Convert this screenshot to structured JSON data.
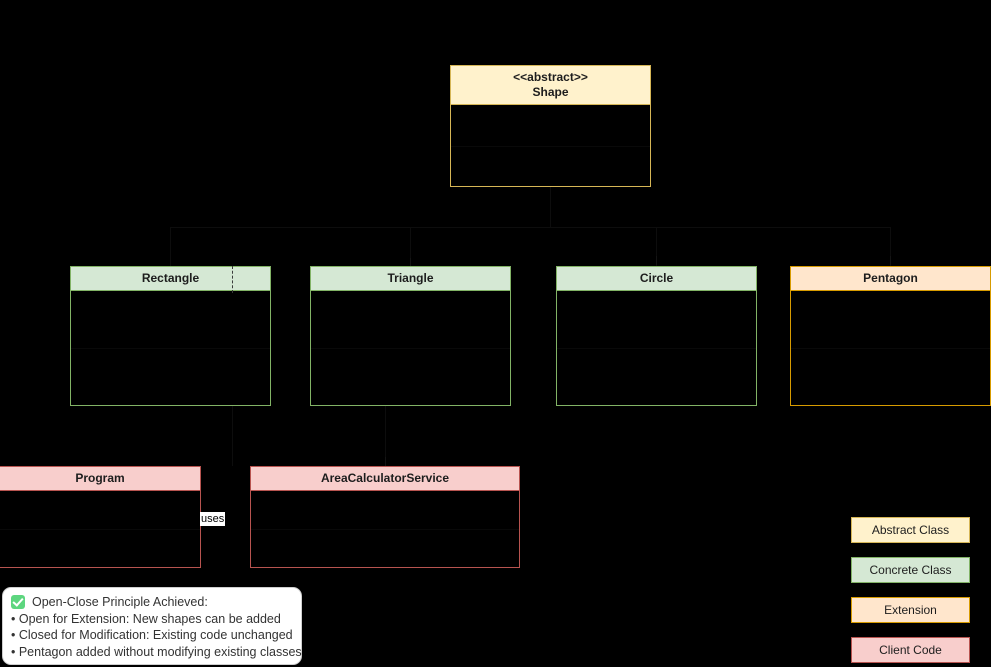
{
  "diagram": {
    "title": "Open-Close Principle UML class diagram",
    "background_color": "#000000"
  },
  "classes": [
    {
      "id": "shape",
      "name": "Shape",
      "stereotype": "<<abstract>>",
      "header_text": "<<abstract>>\nShape",
      "kind": "abstract",
      "fill": "#fff2cc",
      "stroke": "#d6b656"
    },
    {
      "id": "rectangle",
      "name": "Rectangle",
      "header_text": "Rectangle",
      "kind": "concrete",
      "fill": "#d5e8d4",
      "stroke": "#82b366"
    },
    {
      "id": "triangle",
      "name": "Triangle",
      "header_text": "Triangle",
      "kind": "concrete",
      "fill": "#d5e8d4",
      "stroke": "#82b366"
    },
    {
      "id": "circle",
      "name": "Circle",
      "header_text": "Circle",
      "kind": "concrete",
      "fill": "#d5e8d4",
      "stroke": "#82b366"
    },
    {
      "id": "pentagon",
      "name": "Pentagon",
      "header_text": "Pentagon",
      "kind": "extension",
      "fill": "#ffe6cc",
      "stroke": "#d79b00"
    },
    {
      "id": "program",
      "name": "Program",
      "header_text": "Program",
      "kind": "client",
      "fill": "#f8cecc",
      "stroke": "#b85450"
    },
    {
      "id": "areacalculatorservice",
      "name": "AreaCalculatorService",
      "header_text": "AreaCalculatorService",
      "kind": "client",
      "fill": "#f8cecc",
      "stroke": "#b85450"
    }
  ],
  "edges": [
    {
      "id": "program-uses-service",
      "label": "uses",
      "from": "program",
      "to": "areacalculatorservice"
    }
  ],
  "note": {
    "icon": "check-badge-icon",
    "title": "Open-Close Principle Achieved:",
    "lines": [
      "• Open for Extension: New shapes can be added",
      "• Closed for Modification: Existing code unchanged",
      "• Pentagon added without modifying existing classes"
    ]
  },
  "legend": {
    "items": [
      {
        "label": "Abstract Class",
        "fill": "#fff2cc",
        "stroke": "#d6b656"
      },
      {
        "label": "Concrete Class",
        "fill": "#d5e8d4",
        "stroke": "#82b366"
      },
      {
        "label": "Extension",
        "fill": "#ffe6cc",
        "stroke": "#d79b00"
      },
      {
        "label": "Client Code",
        "fill": "#f8cecc",
        "stroke": "#b85450"
      }
    ]
  }
}
